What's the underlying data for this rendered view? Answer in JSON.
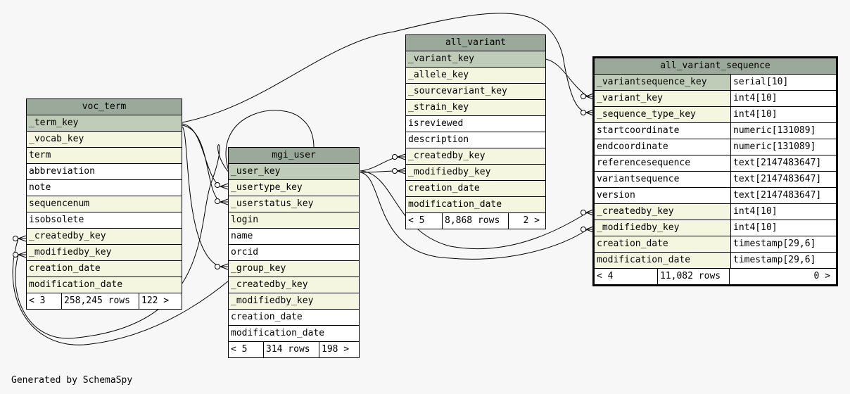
{
  "tables": {
    "voc_term": {
      "name": "voc_term",
      "columns": [
        "_term_key",
        "_vocab_key",
        "term",
        "abbreviation",
        "note",
        "sequencenum",
        "isobsolete",
        "_createdby_key",
        "_modifiedby_key",
        "creation_date",
        "modification_date"
      ],
      "footer": {
        "parents": "< 3",
        "rows": "258,245 rows",
        "children": "122 >"
      }
    },
    "mgi_user": {
      "name": "mgi_user",
      "columns": [
        "_user_key",
        "_usertype_key",
        "_userstatus_key",
        "login",
        "name",
        "orcid",
        "_group_key",
        "_createdby_key",
        "_modifiedby_key",
        "creation_date",
        "modification_date"
      ],
      "footer": {
        "parents": "< 5",
        "rows": "314 rows",
        "children": "198 >"
      }
    },
    "all_variant": {
      "name": "all_variant",
      "columns": [
        "_variant_key",
        "_allele_key",
        "_sourcevariant_key",
        "_strain_key",
        "isreviewed",
        "description",
        "_createdby_key",
        "_modifiedby_key",
        "creation_date",
        "modification_date"
      ],
      "footer": {
        "parents": "< 5",
        "rows": "8,868 rows",
        "children": "2 >"
      }
    },
    "all_variant_sequence": {
      "name": "all_variant_sequence",
      "columns": [
        "_variantsequence_key",
        "_variant_key",
        "_sequence_type_key",
        "startcoordinate",
        "endcoordinate",
        "referencesequence",
        "variantsequence",
        "version",
        "_createdby_key",
        "_modifiedby_key",
        "creation_date",
        "modification_date"
      ],
      "types": [
        "serial[10]",
        "int4[10]",
        "int4[10]",
        "numeric[131089]",
        "numeric[131089]",
        "text[2147483647]",
        "text[2147483647]",
        "text[2147483647]",
        "int4[10]",
        "int4[10]",
        "timestamp[29,6]",
        "timestamp[29,6]"
      ],
      "footer": {
        "parents": "< 4",
        "rows": "11,082 rows",
        "children": "0 >"
      }
    }
  },
  "credit": "Generated by SchemaSpy"
}
